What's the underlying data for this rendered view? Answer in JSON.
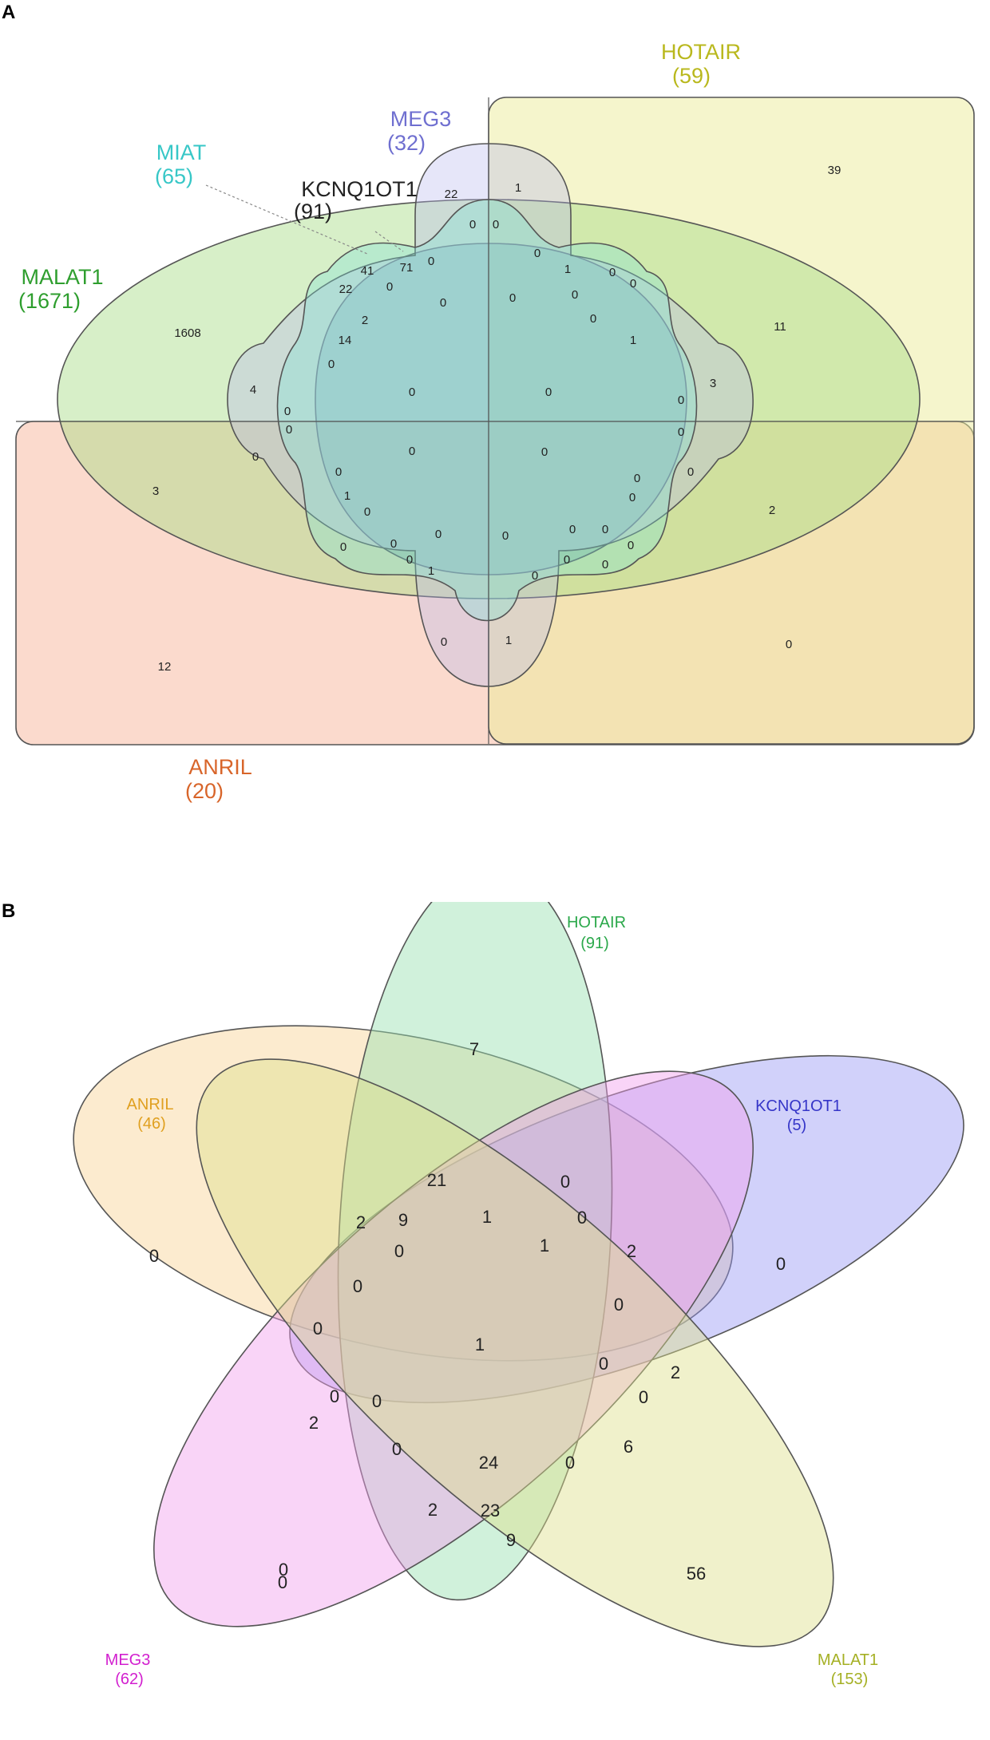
{
  "panels": {
    "a": {
      "letter": "A",
      "sets": [
        {
          "name": "HOTAIR",
          "count": "(59)",
          "color": "#b9b81d"
        },
        {
          "name": "MEG3",
          "count": "(32)",
          "color": "#6f6fd0"
        },
        {
          "name": "MIAT",
          "count": "(65)",
          "color": "#37c7c7"
        },
        {
          "name": "KCNQ1OT1",
          "count": "(91)",
          "color": "#222222"
        },
        {
          "name": "MALAT1",
          "count": "(1671)",
          "color": "#2e9e2e"
        },
        {
          "name": "ANRIL",
          "count": "(20)",
          "color": "#d8652a"
        }
      ],
      "region_values": [
        "39",
        "22",
        "1",
        "0",
        "0",
        "0",
        "41",
        "71",
        "22",
        "1608",
        "14",
        "2",
        "0",
        "0",
        "0",
        "11",
        "0",
        "1",
        "1",
        "0",
        "0",
        "0",
        "0",
        "4",
        "0",
        "0",
        "0",
        "0",
        "0",
        "3",
        "0",
        "0",
        "0",
        "0",
        "0",
        "0",
        "3",
        "1",
        "0",
        "0",
        "2",
        "0",
        "0",
        "0",
        "0",
        "0",
        "0",
        "0",
        "0",
        "0",
        "1",
        "0",
        "0",
        "0",
        "0",
        "12",
        "0",
        "1",
        "0"
      ]
    },
    "b": {
      "letter": "B",
      "sets": [
        {
          "name": "HOTAIR",
          "count": "(91)",
          "color": "#2aa84a"
        },
        {
          "name": "ANRIL",
          "count": "(46)",
          "color": "#e0a020"
        },
        {
          "name": "KCNQ1OT1",
          "count": "(5)",
          "color": "#3535c8"
        },
        {
          "name": "MEG3",
          "count": "(62)",
          "color": "#d21fcf"
        },
        {
          "name": "MALAT1",
          "count": "(153)",
          "color": "#a5b024"
        }
      ],
      "region_values": [
        "7",
        "21",
        "0",
        "2",
        "9",
        "1",
        "0",
        "0",
        "1",
        "0",
        "2",
        "0",
        "0",
        "0",
        "0",
        "1",
        "0",
        "2",
        "0",
        "0",
        "0",
        "2",
        "0",
        "6",
        "24",
        "0",
        "0",
        "2",
        "23",
        "9",
        "0",
        "56"
      ]
    }
  }
}
